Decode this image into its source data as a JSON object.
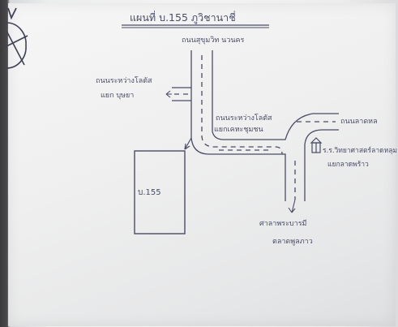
{
  "map": {
    "title": "แผนที่ บ.155 ภูวิชานาชี่",
    "landmarks": {
      "top": "ถนนสุขุมวิท นวนคร",
      "left_line1": "ถนนระหว่างโลตัส",
      "left_line2": "แยก บุษยา",
      "center_line1": "ถนนระหว่างโลตัส",
      "center_line2": "แยกเคหะชุมชน",
      "right_road": "ถนนลาดหล",
      "right_building_line1": "ร.ร.วิทยาศาสตร์ลาดหลุม",
      "right_building_line2": "แยกลาดพร้าว",
      "bottom_line1": "ศาลาพระบารมี",
      "bottom_line2": "ตลาดพูลภาว",
      "plot": "บ.155"
    }
  }
}
